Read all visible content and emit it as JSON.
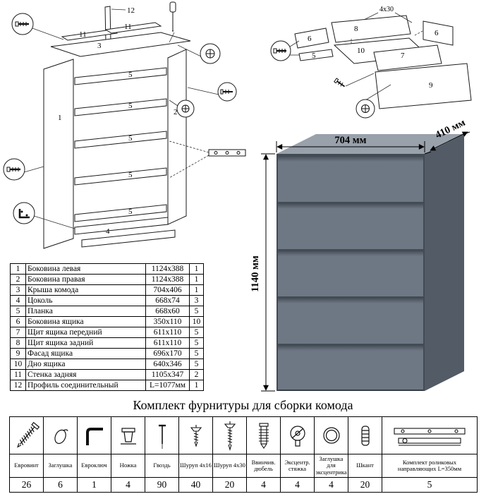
{
  "dimensions": {
    "width": "704 мм",
    "depth": "410 мм",
    "height": "1140 мм"
  },
  "colors": {
    "dresser_front": "#6e7884",
    "dresser_top": "#99a1ab",
    "dresser_side": "#525b66"
  },
  "parts": {
    "rows": [
      {
        "num": "1",
        "name": "Боковина левая",
        "size": "1124x388",
        "qty": "1"
      },
      {
        "num": "2",
        "name": "Боковина правая",
        "size": "1124x388",
        "qty": "1"
      },
      {
        "num": "3",
        "name": "Крыша комода",
        "size": "704x406",
        "qty": "1"
      },
      {
        "num": "4",
        "name": "Цоколь",
        "size": "668x74",
        "qty": "3"
      },
      {
        "num": "5",
        "name": "Планка",
        "size": "668x60",
        "qty": "5"
      },
      {
        "num": "6",
        "name": "Боковина ящика",
        "size": "350x110",
        "qty": "10"
      },
      {
        "num": "7",
        "name": "Щит ящика передний",
        "size": "611x110",
        "qty": "5"
      },
      {
        "num": "8",
        "name": "Щит ящика задний",
        "size": "611x110",
        "qty": "5"
      },
      {
        "num": "9",
        "name": "Фасад ящика",
        "size": "696x170",
        "qty": "5"
      },
      {
        "num": "10",
        "name": "Дно ящика",
        "size": "640x346",
        "qty": "5"
      },
      {
        "num": "11",
        "name": "Стенка задняя",
        "size": "1105x347",
        "qty": "2"
      },
      {
        "num": "12",
        "name": "Профиль соединительный",
        "size": "L=1077мм",
        "qty": "1"
      }
    ]
  },
  "hardware": {
    "title": "Комплект фурнитуры для сборки комода",
    "items": [
      {
        "name": "Евровинт",
        "qty": "26"
      },
      {
        "name": "Заглушка",
        "qty": "6"
      },
      {
        "name": "Евроключ",
        "qty": "1"
      },
      {
        "name": "Ножка",
        "qty": "4"
      },
      {
        "name": "Гвоздь",
        "qty": "90"
      },
      {
        "name": "Шуруп 4x16",
        "qty": "40"
      },
      {
        "name": "Шуруп 4x30",
        "qty": "20"
      },
      {
        "name": "Ввинчив. дюбель",
        "qty": "4"
      },
      {
        "name": "Эксцентр. стяжка",
        "qty": "4"
      },
      {
        "name": "Заглушка для эксцентрика",
        "qty": "4"
      },
      {
        "name": "Шкант",
        "qty": "20"
      },
      {
        "name": "Комплект роликовых направляющих L=350мм",
        "qty": "5"
      }
    ]
  },
  "diagram_left": {
    "labels": {
      "l12": "12",
      "l11a": "11",
      "l11b": "11",
      "l3": "3",
      "l1": "1",
      "l2": "2",
      "l5a": "5",
      "l5b": "5",
      "l5c": "5",
      "l5d": "5",
      "l5e": "5",
      "l4": "4"
    }
  },
  "diagram_right": {
    "labels": {
      "l8": "8",
      "l4x30": "4x30",
      "l6a": "6",
      "l6b": "6",
      "l5": "5",
      "l10": "10",
      "l7": "7",
      "l9": "9"
    }
  }
}
